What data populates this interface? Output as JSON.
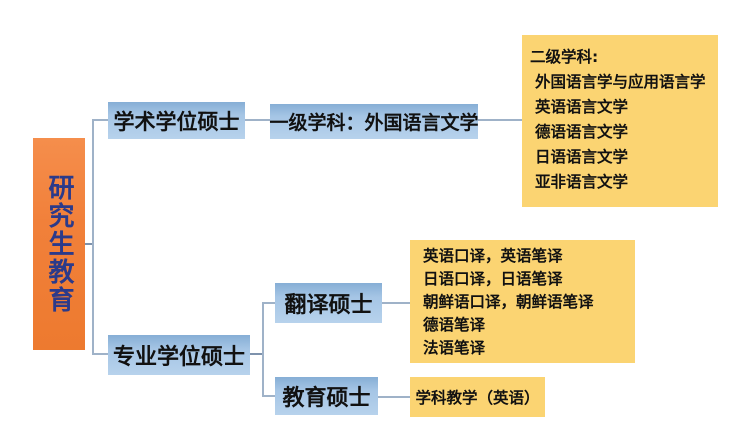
{
  "diagram": {
    "root_label": "研究生教育",
    "academic_label": "学术学位硕士",
    "first_level_label": "一级学科：外国语言文学",
    "second_level": {
      "title": "二级学科:",
      "items": [
        "外国语言学与应用语言学",
        "英语语言文学",
        "德语语言文学",
        "日语语言文学",
        "亚非语言文学"
      ]
    },
    "professional_label": "专业学位硕士",
    "translation_label": "翻译硕士",
    "translation_programs": [
      "英语口译，英语笔译",
      "日语口译，日语笔译",
      "朝鲜语口译，朝鲜语笔译",
      "德语笔译",
      "法语笔译"
    ],
    "education_label": "教育硕士",
    "education_program": "学科教学（英语）"
  },
  "colors": {
    "root_fill": "#F1803A",
    "root_text": "#2B3A8A",
    "branch_fill_top": "#86AED5",
    "branch_fill_bottom": "#B7D2EC",
    "leaf_fill": "#FBD472",
    "connector": "#9FB2C8",
    "node_text": "#111111",
    "background": "#FFFFFF"
  }
}
